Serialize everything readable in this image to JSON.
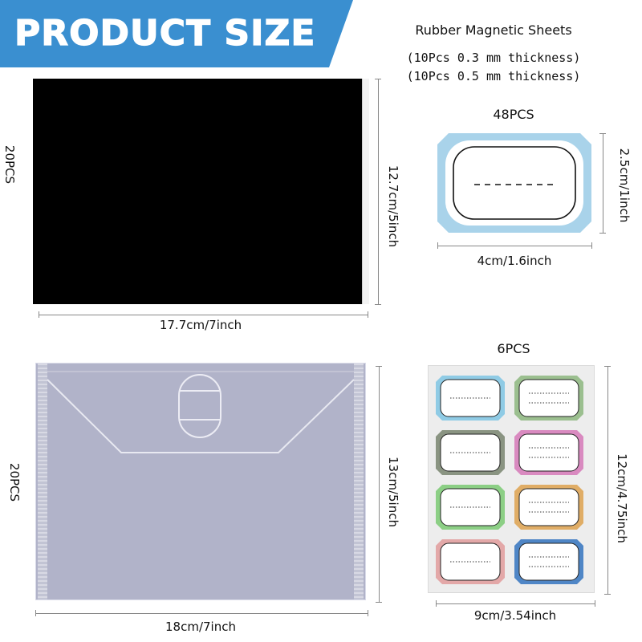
{
  "banner": {
    "title": "PRODUCT SIZE",
    "color": "#3a8fd0"
  },
  "header": {
    "line1": "Rubber Magnetic Sheets",
    "line2": "(10Pcs 0.3 mm thickness)",
    "line3": "(10Pcs 0.5 mm thickness)"
  },
  "magnetic_sheet": {
    "count": "20PCS",
    "width_label": "17.7cm/7inch",
    "height_label": "12.7cm/5inch",
    "color": "#000000"
  },
  "single_label": {
    "count": "48PCS",
    "width_label": "4cm/1.6inch",
    "height_label": "2.5cm/1inch",
    "frame_color": "#a9d3ea"
  },
  "envelope": {
    "count": "20PCS",
    "width_label": "18cm/7inch",
    "height_label": "13cm/5inch",
    "color": "#b1b3c9"
  },
  "label_sheet": {
    "count": "6PCS",
    "width_label": "9cm/3.54inch",
    "height_label": "12cm/4.75inch",
    "label_colors": [
      "#8fcbe5",
      "#9bbf8f",
      "#8a9482",
      "#d98ac0",
      "#8ccf85",
      "#e0ad66",
      "#e3a8a8",
      "#4f86c6"
    ]
  }
}
